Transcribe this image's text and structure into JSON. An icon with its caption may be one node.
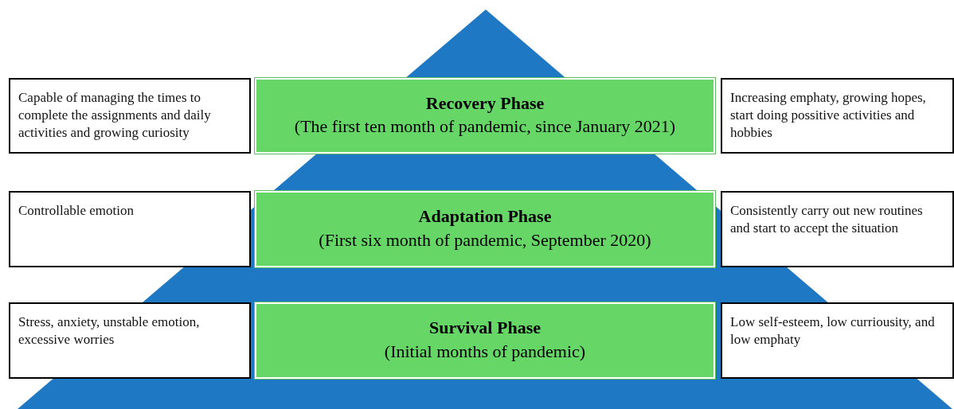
{
  "diagram": {
    "nodes": [
      {
        "text": [
          "Capable of managing the times to complete the assignments and daily activities and growing curiosity"
        ]
      },
      {
        "text": [
          "Recovery Phase",
          "(The first ten month of pandemic, since January 2021)"
        ]
      },
      {
        "text": [
          "Increasing emphaty, growing hopes, start doing possitive activities and hobbies"
        ]
      },
      {
        "text": [
          "Controllable emotion"
        ]
      },
      {
        "text": [
          "Adaptation Phase",
          "(First six month of pandemic, September 2020)"
        ]
      },
      {
        "text": [
          "Consistently carry out new routines and start to accept the situation"
        ]
      },
      {
        "text": [
          "Stress, anxiety, unstable emotion, excessive worries"
        ]
      },
      {
        "text": [
          "Survival Phase",
          "(Initial months of pandemic)"
        ]
      },
      {
        "text": [
          "Low self-esteem, low curriousity, and low emphaty"
        ]
      }
    ]
  }
}
